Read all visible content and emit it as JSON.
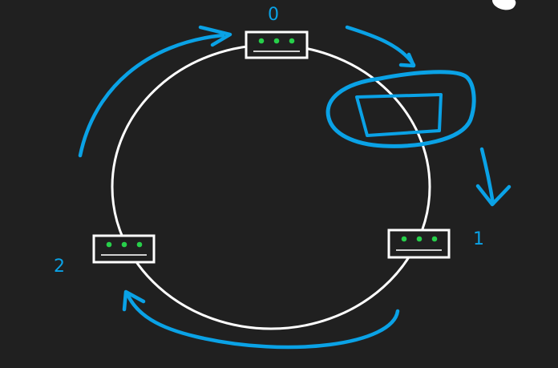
{
  "nodes": [
    {
      "label": "0",
      "indicator_count": 3
    },
    {
      "label": "1",
      "indicator_count": 3
    },
    {
      "label": "2",
      "indicator_count": 3
    }
  ],
  "colors": {
    "background": "#202020",
    "ring": "#ffffff",
    "node_border": "#ffffff",
    "node_fill": "#202020",
    "node_bar": "#cfcfcf",
    "indicator": "#27d04a",
    "annotation": "#0aa2e6",
    "label": "#0aa2e6"
  },
  "icons": {
    "node": "server-box-icon",
    "arrow": "curved-arrow-icon",
    "new_node": "empty-box-icon"
  }
}
